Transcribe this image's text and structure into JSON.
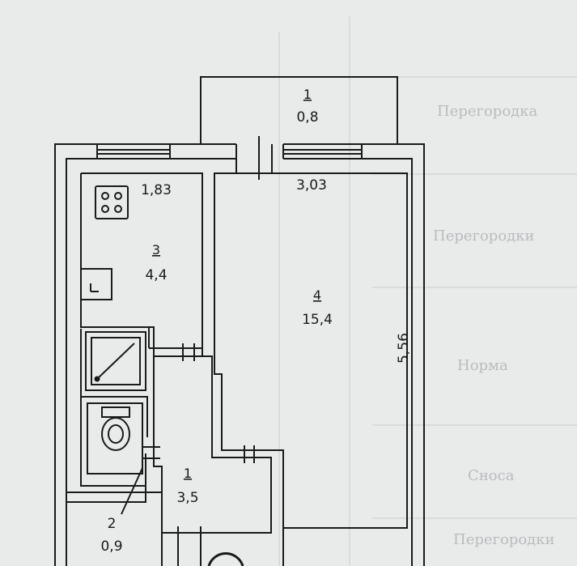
{
  "plan": {
    "balcony": {
      "number": "1",
      "area": "0,8"
    },
    "kitchen": {
      "number": "3",
      "area": "4,4",
      "width": "1,83"
    },
    "living_room": {
      "number": "4",
      "area": "15,4",
      "width": "3,03",
      "length": "5,56"
    },
    "hallway": {
      "number": "1",
      "area": "3,5"
    },
    "bathroom": {
      "number": "2",
      "area": "0,9"
    }
  },
  "colors": {
    "paper": "#e9ebeb",
    "wall": "#1a1a1a",
    "bleed_text": "#b9bcbd"
  },
  "background_text": [
    "Перегородка",
    "Перегородки",
    "Норма",
    "Сноса",
    "Перегородки"
  ]
}
